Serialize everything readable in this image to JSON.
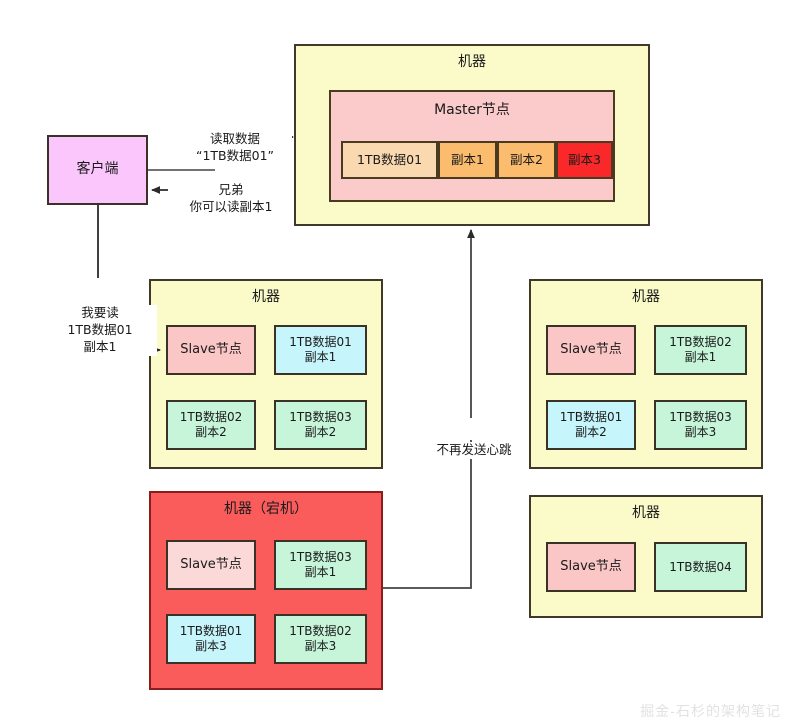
{
  "diagram": {
    "watermark": "掘金-石杉的架构笔记",
    "client": {
      "label": "客户端"
    },
    "annotations": {
      "read_request": "读取数据\n“1TB数据01”",
      "read_response": "兄弟\n你可以读副本1",
      "client_to_slave": "我要读\n1TB数据01\n副本1",
      "heartbeat_stopped": "不再发送心跳"
    },
    "master_machine": {
      "title": "机器",
      "node_label": "Master节点",
      "segments": [
        {
          "label": "1TB数据01",
          "state": "plain"
        },
        {
          "label": "副本1",
          "state": "copy"
        },
        {
          "label": "副本2",
          "state": "copy"
        },
        {
          "label": "副本3",
          "state": "lost"
        }
      ]
    },
    "machines": [
      {
        "id": "slave-machine-1",
        "title": "机器",
        "dead": false,
        "node_label": "Slave节点",
        "blocks": [
          {
            "label": "1TB数据01\n副本1",
            "color": "cyan"
          },
          {
            "label": "1TB数据02\n副本2",
            "color": "mint"
          },
          {
            "label": "1TB数据03\n副本2",
            "color": "mint"
          }
        ]
      },
      {
        "id": "slave-machine-2",
        "title": "机器",
        "dead": false,
        "node_label": "Slave节点",
        "blocks": [
          {
            "label": "1TB数据02\n副本1",
            "color": "mint"
          },
          {
            "label": "1TB数据01\n副本2",
            "color": "cyan"
          },
          {
            "label": "1TB数据03\n副本3",
            "color": "mint"
          }
        ]
      },
      {
        "id": "slave-machine-3",
        "title": "机器（宕机）",
        "dead": true,
        "node_label": "Slave节点",
        "blocks": [
          {
            "label": "1TB数据03\n副本1",
            "color": "mint"
          },
          {
            "label": "1TB数据01\n副本3",
            "color": "cyan"
          },
          {
            "label": "1TB数据02\n副本3",
            "color": "mint"
          }
        ]
      },
      {
        "id": "slave-machine-4",
        "title": "机器",
        "dead": false,
        "node_label": "Slave节点",
        "blocks": [
          {
            "label": "1TB数据04",
            "color": "mint"
          }
        ]
      }
    ],
    "colors": {
      "machine_fill": "#fbfbca",
      "machine_dead_fill": "#fa5c5c",
      "client_fill": "#fbc6fb",
      "master_fill": "#fbcaca",
      "slave_fill": "#fbc6c6",
      "block_cyan": "#c6f5fb",
      "block_mint": "#c6f5d9",
      "segment_plain": "#fbd9b0",
      "segment_copy": "#fbbc6e",
      "segment_lost": "#fa2828",
      "stroke": "#3a3226"
    }
  }
}
